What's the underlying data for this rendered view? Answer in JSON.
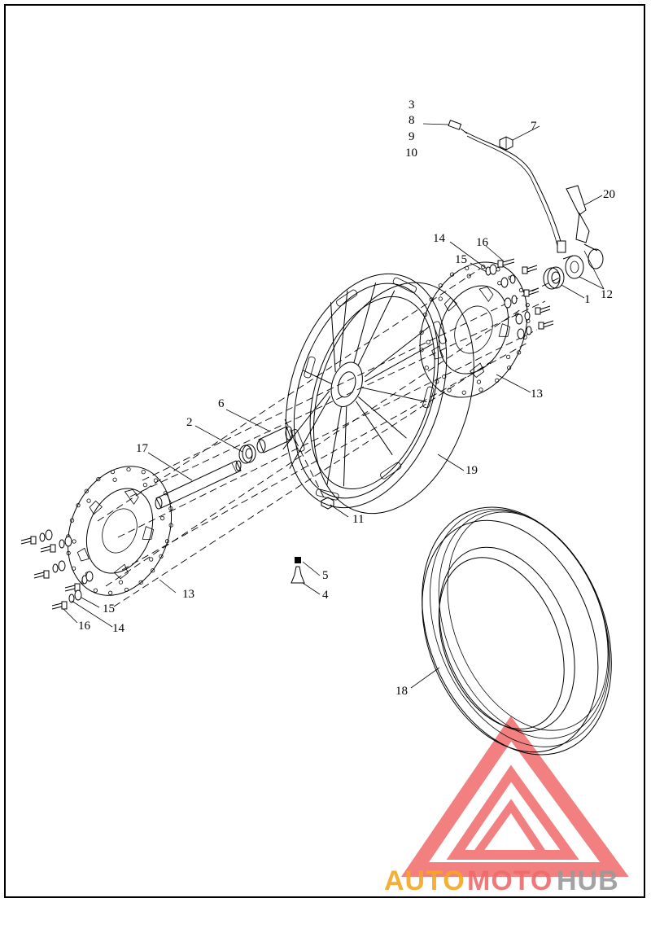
{
  "callouts": {
    "c1": "1",
    "c2": "2",
    "c3": "3",
    "c4": "4",
    "c5": "5",
    "c6": "6",
    "c7": "7",
    "c8": "8",
    "c9": "9",
    "c10": "10",
    "c11": "11",
    "c12": "12",
    "c13a": "13",
    "c13b": "13",
    "c14a": "14",
    "c14b": "14",
    "c15a": "15",
    "c15b": "15",
    "c16a": "16",
    "c16b": "16",
    "c17": "17",
    "c18": "18",
    "c19": "19",
    "c20": "20"
  },
  "watermark": {
    "part1": "AUTO",
    "part2": "MOTO",
    "part3": "HUB",
    "colors": {
      "orange": "#f5a623",
      "red": "#f06a6a",
      "gray": "#9a9a9a"
    }
  }
}
